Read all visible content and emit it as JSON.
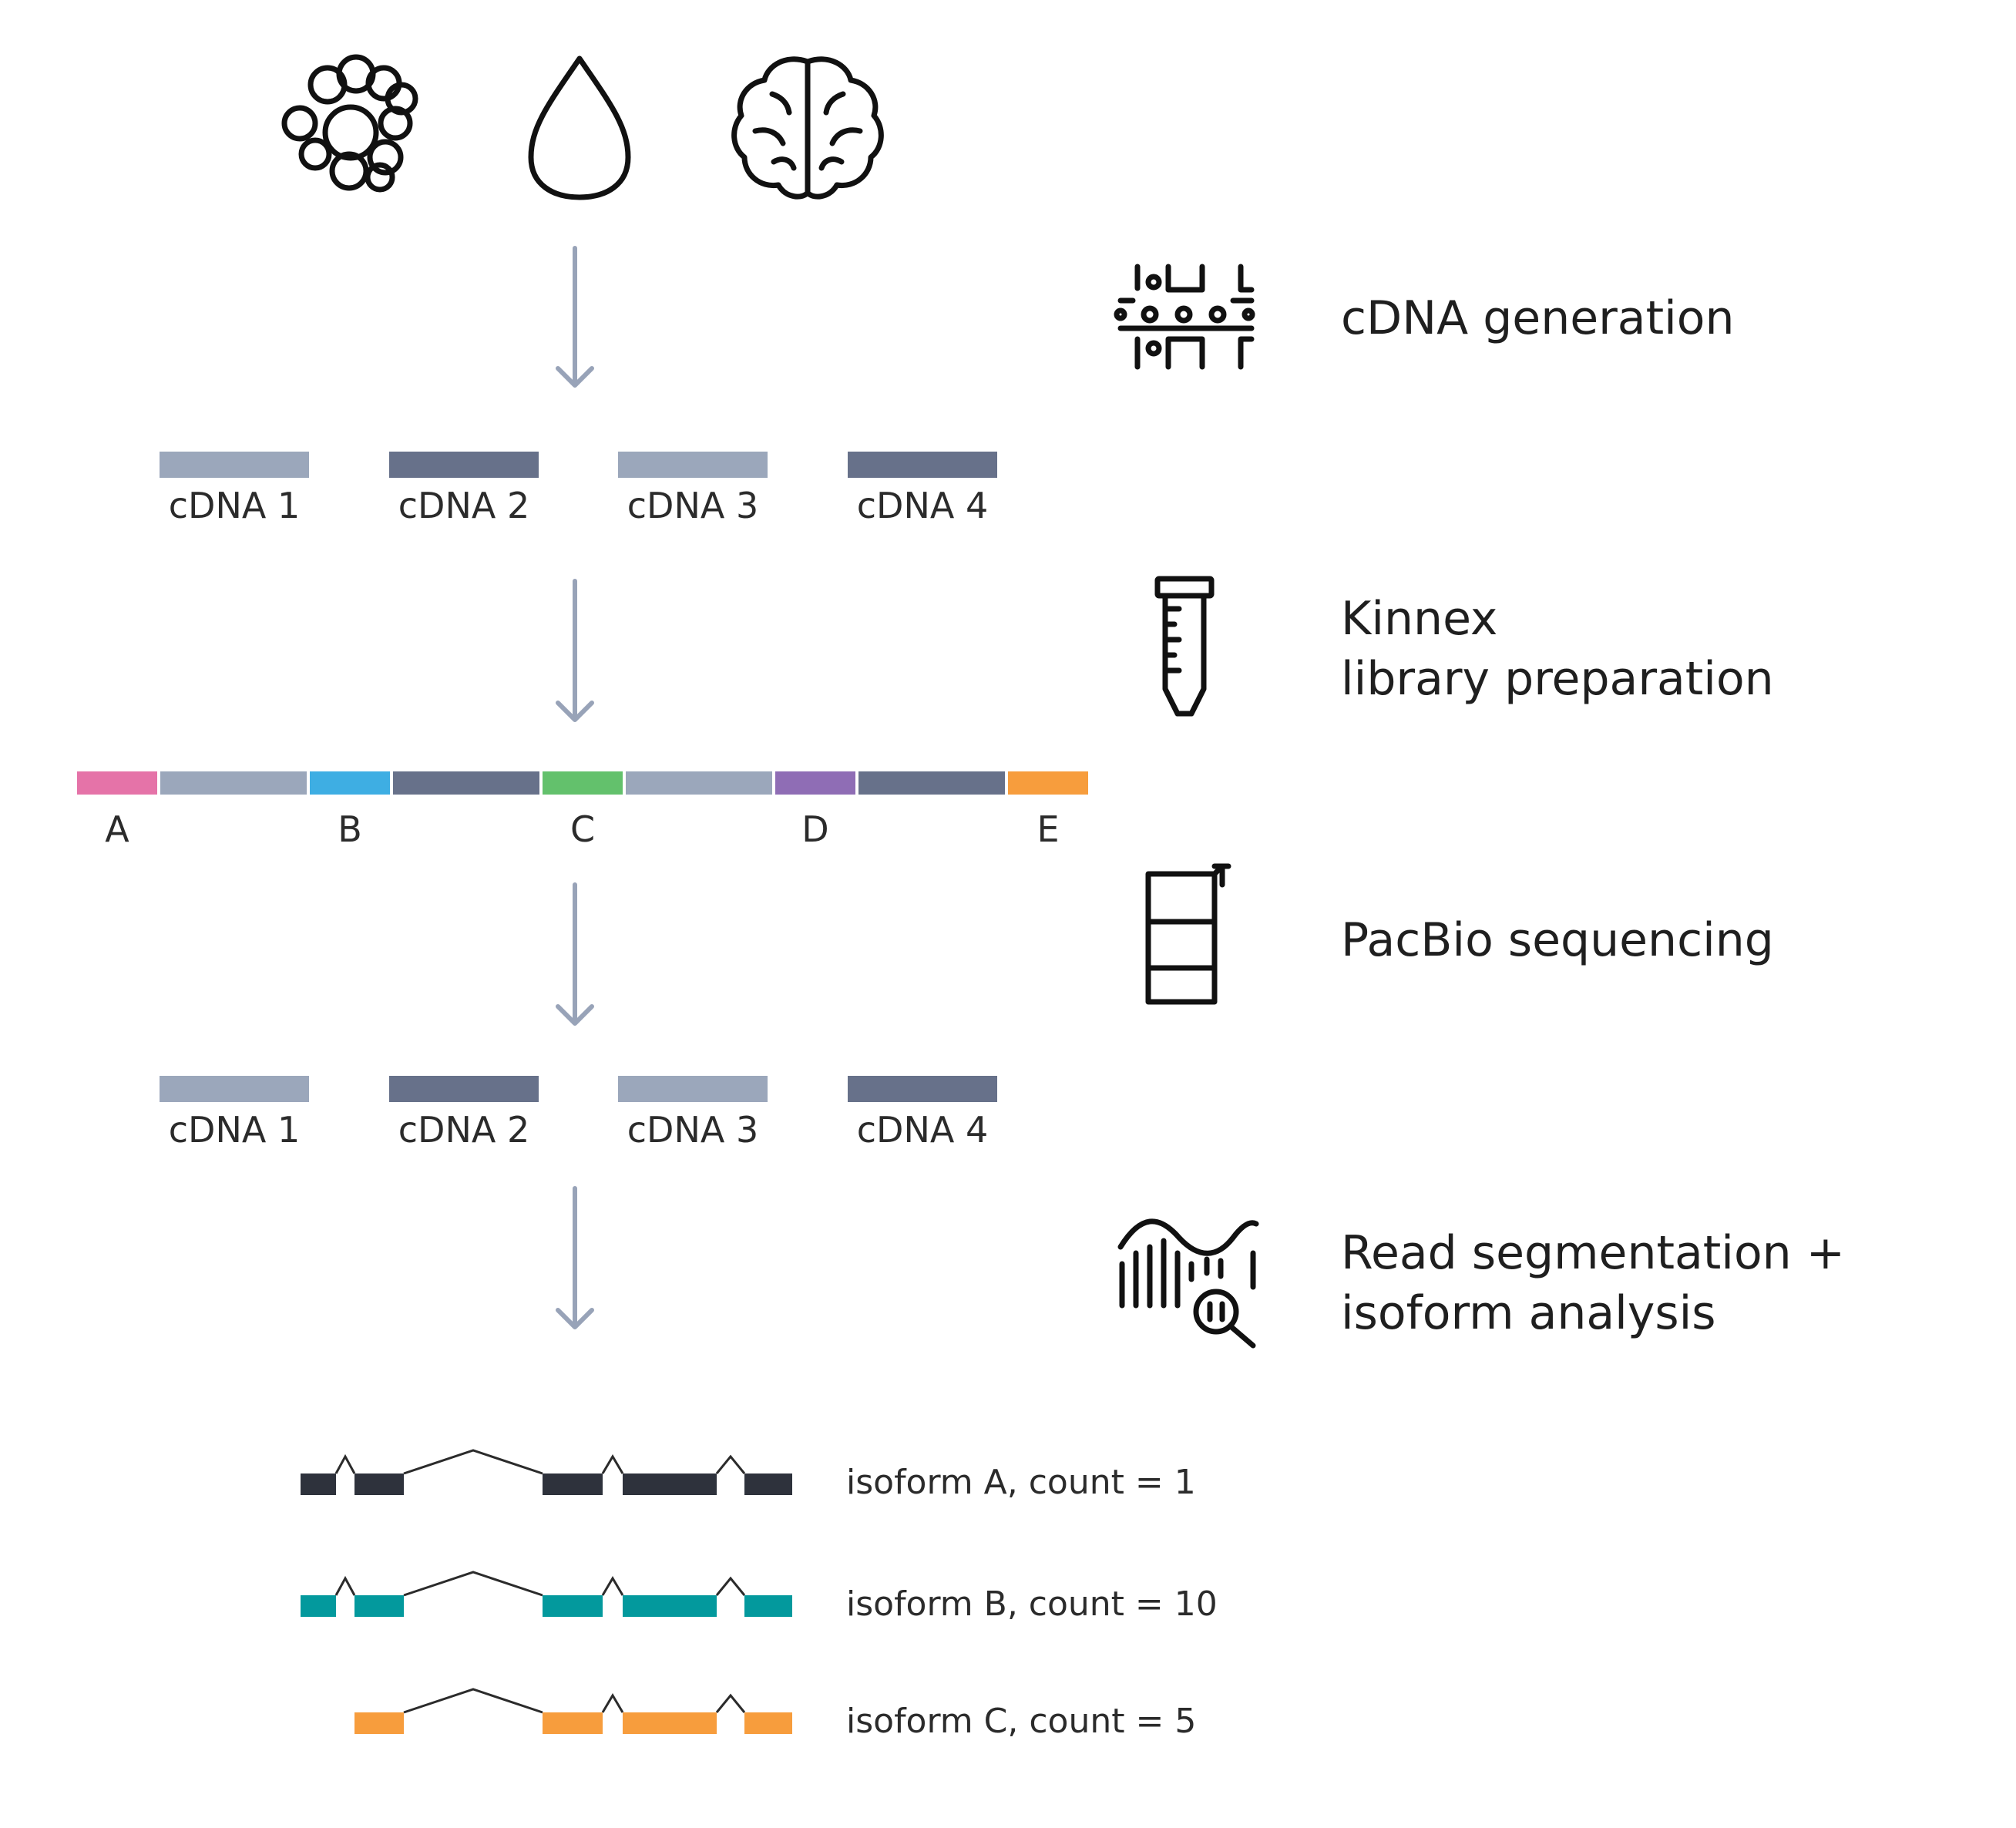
{
  "samples": [
    {
      "name": "cell-cluster-icon"
    },
    {
      "name": "blood-drop-icon"
    },
    {
      "name": "brain-icon"
    }
  ],
  "steps": [
    {
      "id": "cdna-generation",
      "icon": "cdna-chip-icon",
      "lines": [
        "cDNA generation"
      ]
    },
    {
      "id": "library-prep",
      "icon": "tube-icon",
      "lines": [
        "Kinnex",
        "library preparation"
      ]
    },
    {
      "id": "sequencing",
      "icon": "smrt-cell-icon",
      "lines": [
        "PacBio sequencing"
      ]
    },
    {
      "id": "analysis",
      "icon": "analysis-icon",
      "lines": [
        "Read segmentation +",
        "isoform analysis"
      ]
    }
  ],
  "cdna_segments": [
    {
      "label": "cDNA 1",
      "color": "#9ba7bb"
    },
    {
      "label": "cDNA 2",
      "color": "#67718a"
    },
    {
      "label": "cDNA 3",
      "color": "#9ba7bb"
    },
    {
      "label": "cDNA 4",
      "color": "#67718a"
    }
  ],
  "concatemer": {
    "barcodes": [
      {
        "label": "A",
        "color": "#e573a8"
      },
      {
        "label": "B",
        "color": "#3eaee3"
      },
      {
        "label": "C",
        "color": "#63c16c"
      },
      {
        "label": "D",
        "color": "#8f6db5"
      },
      {
        "label": "E",
        "color": "#f79d3d"
      }
    ],
    "insert_colors": [
      "#9ba7bb",
      "#67718a",
      "#9ba7bb",
      "#67718a"
    ]
  },
  "segmented_reads": [
    {
      "label": "cDNA 1",
      "color": "#9ba7bb"
    },
    {
      "label": "cDNA 2",
      "color": "#67718a"
    },
    {
      "label": "cDNA 3",
      "color": "#9ba7bb"
    },
    {
      "label": "cDNA 4",
      "color": "#67718a"
    }
  ],
  "isoforms": [
    {
      "label": "isoform A, count = 1",
      "color": "#2e323c",
      "exons": [
        1,
        2,
        3,
        4,
        5
      ]
    },
    {
      "label": "isoform B, count = 10",
      "color": "#03999d",
      "exons": [
        1,
        2,
        3,
        4,
        5
      ]
    },
    {
      "label": "isoform C, count = 5",
      "color": "#f79d3d",
      "exons": [
        2,
        3,
        4,
        5
      ]
    }
  ],
  "arrow_color": "#98a3b8"
}
